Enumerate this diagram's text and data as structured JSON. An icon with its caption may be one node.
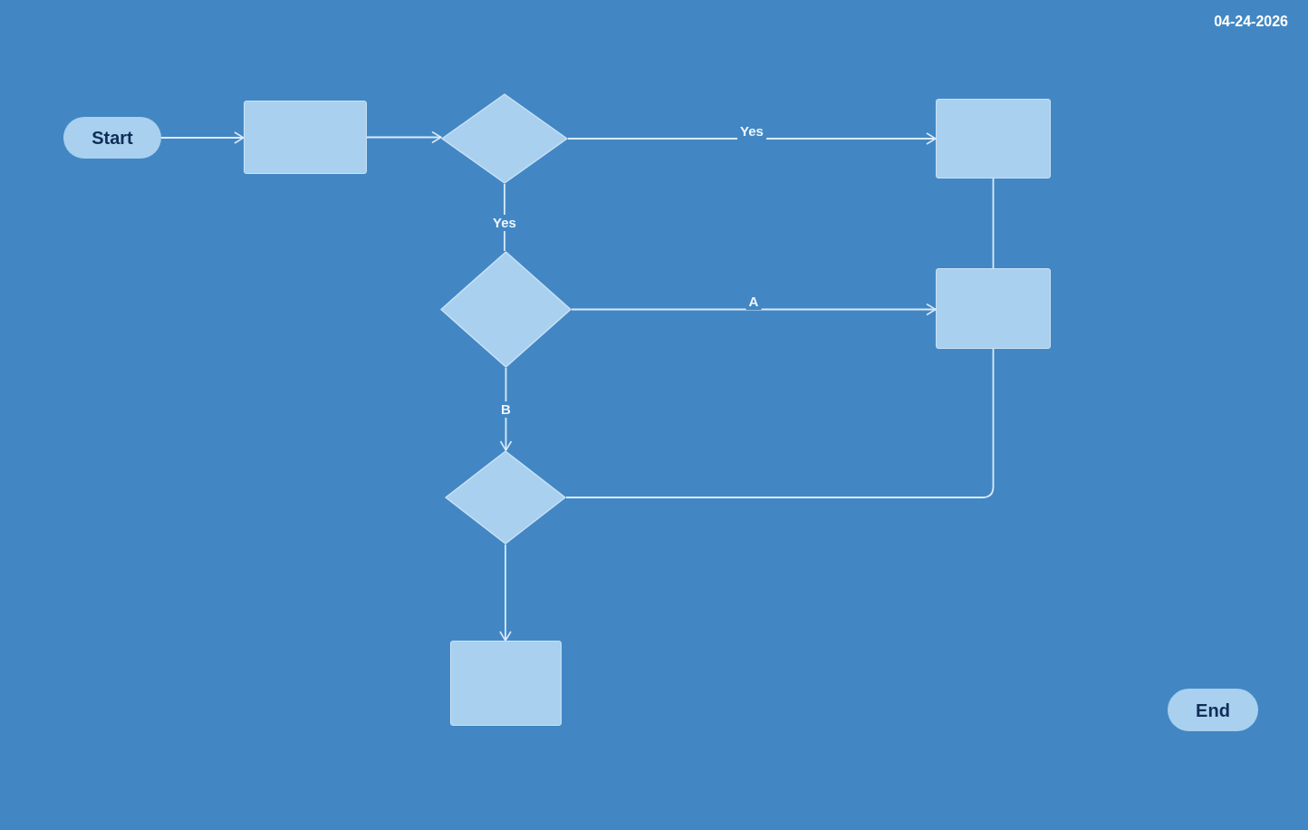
{
  "diagram": {
    "nodes": [
      {
        "text": [
          "Start"
        ]
      },
      {
        "text": [],
        "shape": "box"
      },
      {
        "text": [],
        "shape": "diamond"
      },
      {
        "text": [],
        "shape": "box"
      },
      {
        "text": [],
        "shape": "diamond"
      },
      {
        "text": [],
        "shape": "box"
      },
      {
        "text": [],
        "shape": "diamond"
      },
      {
        "text": [],
        "shape": "box"
      },
      {
        "text": [
          "End"
        ]
      }
    ],
    "edges": [
      {
        "from": 0,
        "to": 1,
        "arrow": "to"
      },
      {
        "from": 1,
        "to": 2,
        "arrow": "to"
      },
      {
        "from": 2,
        "to": 3,
        "arrow": "to",
        "label": "Yes"
      },
      {
        "from": 2,
        "to": 4,
        "arrow": "none",
        "label": "Yes"
      },
      {
        "from": 4,
        "to": 5,
        "arrow": "to",
        "label": "A"
      },
      {
        "from": 4,
        "to": 6,
        "arrow": "to",
        "label": "B"
      },
      {
        "from": 3,
        "to": 5,
        "arrow": "none"
      },
      {
        "from": 5,
        "to": 6,
        "arrow": "none"
      },
      {
        "from": 6,
        "to": 7,
        "arrow": "to"
      }
    ],
    "labels": [
      "04-24-2026"
    ]
  }
}
